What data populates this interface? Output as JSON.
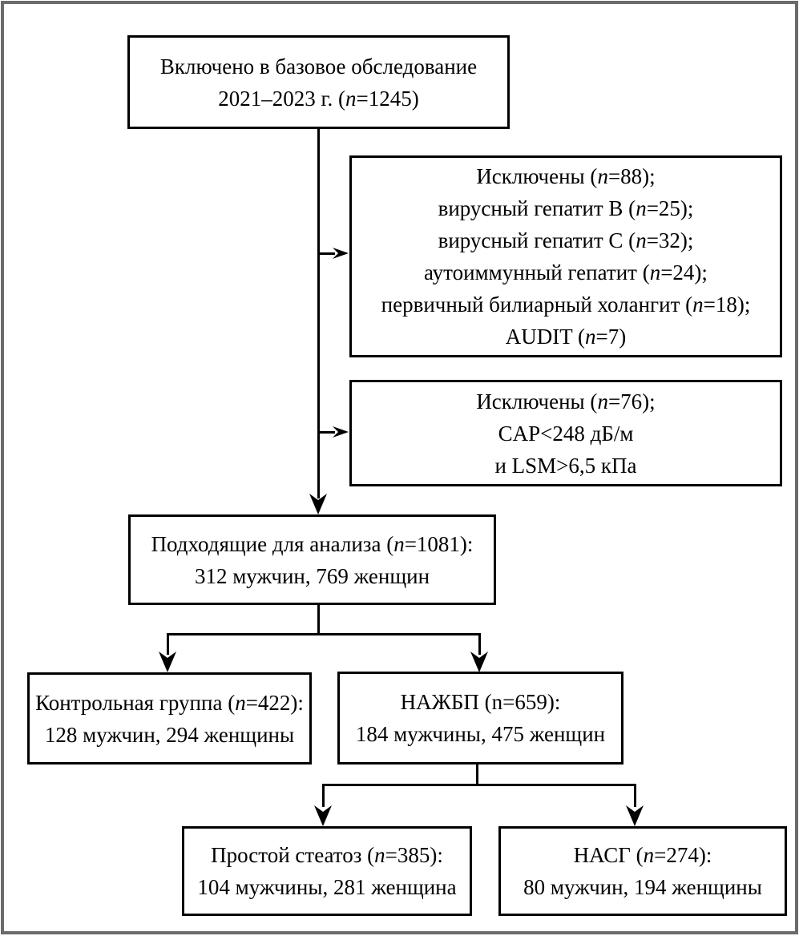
{
  "figure": {
    "type": "flowchart",
    "frame_color": "#6b6b6b",
    "box_border_color": "#000000",
    "text_color": "#000000",
    "background_color": "#ffffff"
  },
  "boxes": {
    "included": {
      "lines": [
        [
          {
            "t": "Включено в базовое обследование"
          }
        ],
        [
          {
            "t": "2021–2023 г. ("
          },
          {
            "t": "n",
            "i": true
          },
          {
            "t": "=1245)"
          }
        ]
      ]
    },
    "excluded1": {
      "lines": [
        [
          {
            "t": "Исключены ("
          },
          {
            "t": "n",
            "i": true
          },
          {
            "t": "=88);"
          }
        ],
        [
          {
            "t": "вирусный гепатит B ("
          },
          {
            "t": "n",
            "i": true
          },
          {
            "t": "=25);"
          }
        ],
        [
          {
            "t": "вирусный гепатит C ("
          },
          {
            "t": "n",
            "i": true
          },
          {
            "t": "=32);"
          }
        ],
        [
          {
            "t": "аутоиммунный гепатит ("
          },
          {
            "t": "n",
            "i": true
          },
          {
            "t": "=24);"
          }
        ],
        [
          {
            "t": "первичный билиарный холангит ("
          },
          {
            "t": "n",
            "i": true
          },
          {
            "t": "=18);"
          }
        ],
        [
          {
            "t": "AUDIT ("
          },
          {
            "t": "n",
            "i": true
          },
          {
            "t": "=7)"
          }
        ]
      ]
    },
    "excluded2": {
      "lines": [
        [
          {
            "t": "Исключены ("
          },
          {
            "t": "n",
            "i": true
          },
          {
            "t": "=76);"
          }
        ],
        [
          {
            "t": "CAP<248 дБ/м"
          }
        ],
        [
          {
            "t": "и LSM>6,5 кПа"
          }
        ]
      ]
    },
    "eligible": {
      "lines": [
        [
          {
            "t": "Подходящие для анализа ("
          },
          {
            "t": "n",
            "i": true
          },
          {
            "t": "=1081):"
          }
        ],
        [
          {
            "t": "312 мужчин, 769 женщин"
          }
        ]
      ]
    },
    "control": {
      "lines": [
        [
          {
            "t": "Контрольная группа ("
          },
          {
            "t": "n",
            "i": true
          },
          {
            "t": "=422):"
          }
        ],
        [
          {
            "t": "128 мужчин, 294 женщины"
          }
        ]
      ]
    },
    "nafld": {
      "lines": [
        [
          {
            "t": "НАЖБП (n=659):"
          }
        ],
        [
          {
            "t": "184 мужчины, 475 женщин"
          }
        ]
      ]
    },
    "steatosis": {
      "lines": [
        [
          {
            "t": "Простой стеатоз ("
          },
          {
            "t": "n",
            "i": true
          },
          {
            "t": "=385):"
          }
        ],
        [
          {
            "t": "104 мужчины, 281 женщина"
          }
        ]
      ]
    },
    "nash": {
      "lines": [
        [
          {
            "t": "НАСГ ("
          },
          {
            "t": "n",
            "i": true
          },
          {
            "t": "=274):"
          }
        ],
        [
          {
            "t": "80 мужчин, 194 женщины"
          }
        ]
      ]
    }
  }
}
